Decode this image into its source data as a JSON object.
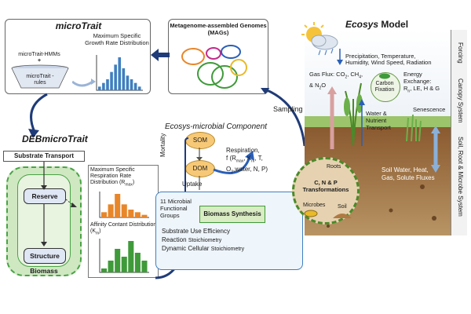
{
  "microtrait": {
    "title": "microTrait",
    "growth_label": "Maximum Specific Growth Rate Distribution",
    "hmms_label": "microTrait-HMMs",
    "plus": "+",
    "rules_label": "microTrait -rules"
  },
  "mags": {
    "title": "Metagenome-assembled Genomes (MAGs)"
  },
  "sampling_label": "Sampling",
  "debmicrotrait": {
    "title": "DEBmicroTrait",
    "substrate_transport": "Substrate Transport",
    "reserve": "Reserve",
    "structure": "Structure",
    "biomass": "Biomass",
    "respiration_dist_label": "Maximum Specific Respiration Rate Distribution (R",
    "respiration_dist_sub": "max",
    "respiration_dist_close": ")",
    "affinity_label": "Affinity Contant Distribution (K",
    "affinity_sub": "m",
    "affinity_close": ")"
  },
  "microbial_component": {
    "title": "Ecosys-microbial Component",
    "som": "SOM",
    "dom": "DOM",
    "mortality": "Mortality",
    "uptake": "Uptake",
    "respiration_line1": "Respiration,",
    "respiration_line2": "f (R",
    "respiration_line2_sub": "max",
    "respiration_line2b": ", K",
    "respiration_line2b_sub": "m",
    "respiration_line2c": ", T,",
    "respiration_line3": "O",
    "respiration_line3_sub": "2",
    "respiration_line3b": ",water, N, P)",
    "biomass_synthesis": "Biomass Synthesis",
    "groups": "11 Microbial Functional Groups",
    "sue": "Substrate Use Efficiency",
    "reaction": "Reaction",
    "reaction_value": "Stoichiometry",
    "dynamic": "Dynamic Cellular",
    "dynamic_value": "Stoichiometry"
  },
  "ecosys": {
    "title_italic": "Ecosys",
    "title_rest": "Model",
    "precip": "Precipitation, Temperature, Humidity, Wind Speed, Radiation",
    "gasflux_a": "Gas Flux: CO",
    "gasflux_sub1": "2",
    "gasflux_b": ", CH",
    "gasflux_sub2": "4",
    "gasflux_c": ",",
    "gasflux_d": "& N",
    "gasflux_sub3": "2",
    "gasflux_e": "O",
    "carbon_fixation": "Carbon Fixation",
    "energy_a": "Energy Exchange:",
    "energy_b": "R",
    "energy_sub": "n",
    "energy_c": ", LE, H & G",
    "water_transport": "Water & Nutrient Transport",
    "senescence": "Senescence",
    "soil_fluxes": "Soil Water, Heat, Gas, Solute Fluxes",
    "roots": "Roots",
    "cnp": "C, N & P Transformations",
    "microbes": "Microbes",
    "soil": "Soil",
    "side_forcing": "Forcing",
    "side_canopy": "Canopy System",
    "side_soil": "Soil, Root & Microbe System"
  },
  "chart_data": [
    {
      "type": "bar",
      "title": "Maximum Specific Growth Rate Distribution",
      "color": "#3f7fc0",
      "values": [
        1,
        2,
        3,
        5,
        7,
        9,
        6,
        4,
        3,
        2,
        1
      ]
    },
    {
      "type": "bar",
      "title": "Maximum Specific Respiration Rate Distribution (Rmax)",
      "color": "#e8862a",
      "values": [
        2,
        5,
        9,
        5,
        3,
        2,
        1
      ]
    },
    {
      "type": "bar",
      "title": "Affinity Contant Distribution (Km)",
      "color": "#3f9a3a",
      "values": [
        1,
        3,
        6,
        4,
        8,
        5,
        3
      ]
    }
  ],
  "colors": {
    "navy": "#1f3b78",
    "green": "#3f9a3a",
    "orange": "#e8862a",
    "soil_brown": "#8a5a2f",
    "som_fill": "#f7c977",
    "bio_synth_fill": "#d9ecc4"
  }
}
